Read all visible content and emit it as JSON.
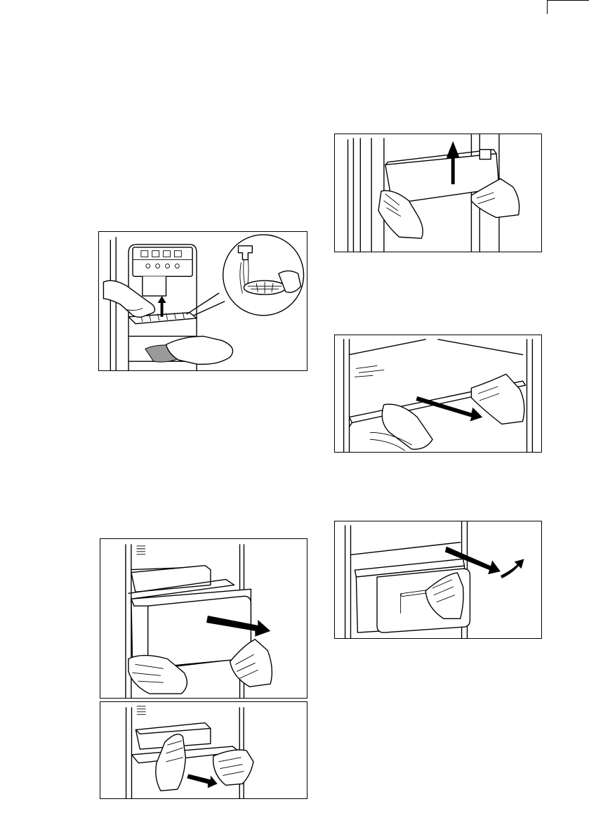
{
  "page": {
    "figures": [
      {
        "id": "fig-dispenser-drip-tray",
        "depicts": "dispenser-drip-tray-removal-and-washing"
      },
      {
        "id": "fig-door-bin",
        "depicts": "door-bin-lift-out"
      },
      {
        "id": "fig-glass-shelf",
        "depicts": "glass-shelf-pull-out"
      },
      {
        "id": "fig-freezer-drawer",
        "depicts": "freezer-drawer-pull-out"
      },
      {
        "id": "fig-crisper-drawer",
        "depicts": "crisper-drawer-pull-out-and-lift"
      },
      {
        "id": "fig-drawer-shelf",
        "depicts": "drawer-shelf-removal"
      }
    ]
  }
}
